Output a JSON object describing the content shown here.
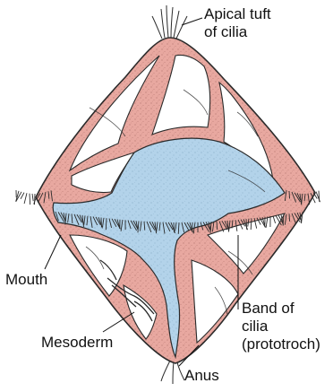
{
  "labels": {
    "apical_tuft": [
      "Apical tuft",
      "of cilia"
    ],
    "mouth": "Mouth",
    "band_of_cilia": [
      "Band of",
      "cilia",
      "(prototroch)"
    ],
    "mesoderm": "Mesoderm",
    "anus": "Anus"
  },
  "colors": {
    "body_pink": "#e8a8a0",
    "gut_blue": "#b3d3ea",
    "cavity_white": "#ffffff",
    "outline": "#2a2a2a"
  },
  "icons": {
    "figure": "trochophore-larva-illustration"
  }
}
